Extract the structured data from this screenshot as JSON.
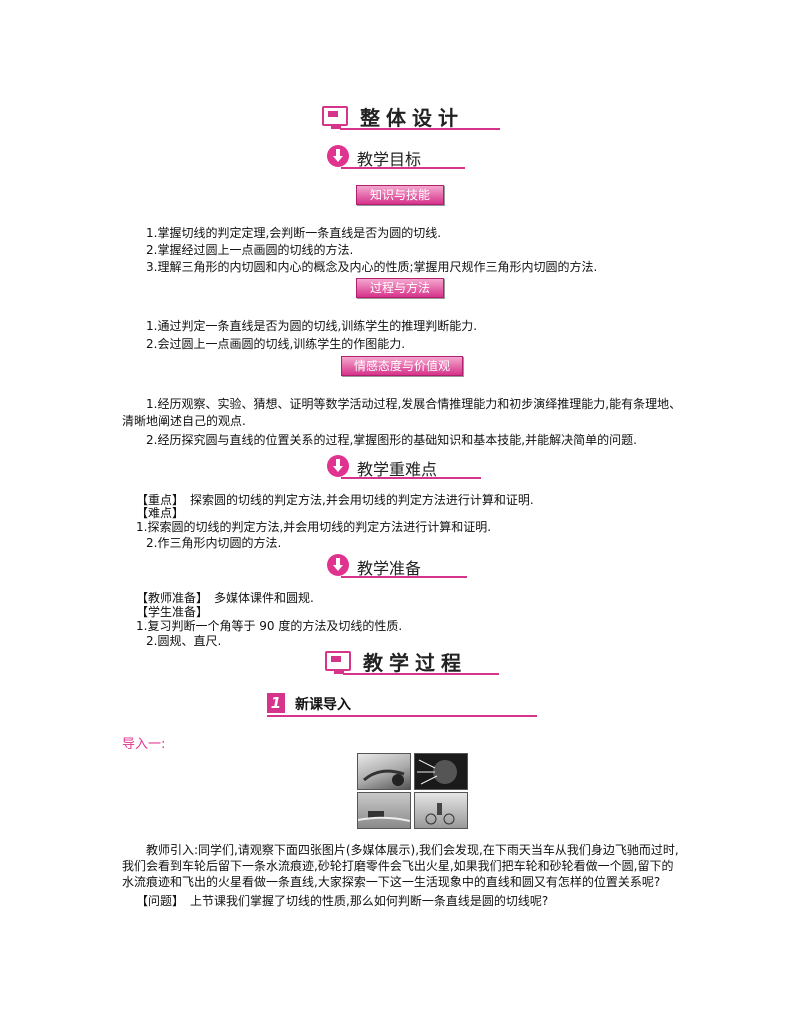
{
  "section1": {
    "title": "整体设计"
  },
  "goals": {
    "title": "教学目标",
    "tag1": "知识与技能",
    "k1": "1.掌握切线的判定定理,会判断一条直线是否为圆的切线.",
    "k2": "2.掌握经过圆上一点画圆的切线的方法.",
    "k3": "3.理解三角形的内切圆和内心的概念及内心的性质;掌握用尺规作三角形内切圆的方法.",
    "tag2": "过程与方法",
    "p1": "1.通过判定一条直线是否为圆的切线,训练学生的推理判断能力.",
    "p2": "2.会过圆上一点画圆的切线,训练学生的作图能力.",
    "tag3": "情感态度与价值观",
    "e1a": "1.经历观察、实验、猜想、证明等数学活动过程,发展合情推理能力和初步演绎推理能力,能有条理地、",
    "e1b": "清晰地阐述自己的观点.",
    "e2": "2.经历探究圆与直线的位置关系的过程,掌握图形的基础知识和基本技能,并能解决简单的问题."
  },
  "keypoints": {
    "title": "教学重难点",
    "zd": "【重点】　探索圆的切线的判定方法,并会用切线的判定方法进行计算和证明.",
    "nd_label": "【难点】",
    "nd1": "1.探索圆的切线的判定方法,并会用切线的判定方法进行计算和证明.",
    "nd2": "2.作三角形内切圆的方法."
  },
  "prep": {
    "title": "教学准备",
    "teacher": "【教师准备】　多媒体课件和圆规.",
    "student_label": "【学生准备】",
    "s1": "1.复习判断一个角等于 90 度的方法及切线的性质.",
    "s2": "2.圆规、直尺."
  },
  "section2": {
    "title": "教学过程"
  },
  "part1": {
    "num": "1",
    "title": "新课导入"
  },
  "intro": {
    "label": "导入一:",
    "t1": "教师引入:同学们,请观察下面四张图片(多媒体展示),我们会发现,在下雨天当车从我们身边飞驰而过时,",
    "t2": "我们会看到车轮后留下一条水流痕迹,砂轮打磨零件会飞出火星,如果我们把车轮和砂轮看做一个圆,留下的",
    "t3": "水流痕迹和飞出的火星看做一条直线,大家探索一下这一生活现象中的直线和圆又有怎样的位置关系呢?",
    "question": "【问题】　上节课我们掌握了切线的性质,那么如何判断一条直线是圆的切线呢?"
  },
  "colors": {
    "accent": "#d6338a",
    "intro_label": "#e0338f"
  }
}
